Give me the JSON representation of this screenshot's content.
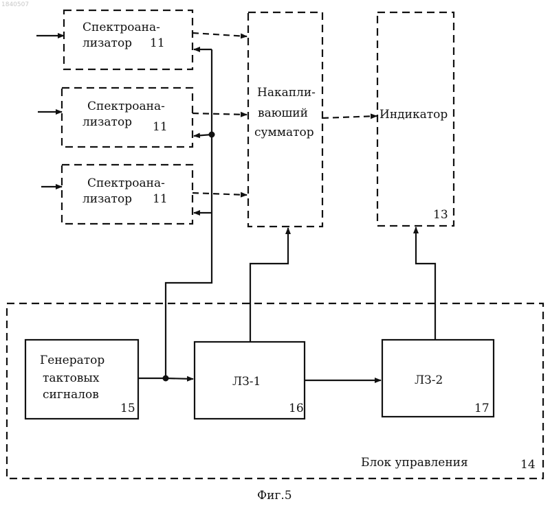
{
  "watermark": "1840507",
  "figure_caption": "Фиг.5",
  "spectrum_analyzers": [
    {
      "line1": "Спектроана-",
      "line2": "лизатор",
      "number": "11"
    },
    {
      "line1": "Спектроана-",
      "line2": "лизатор",
      "number": "11"
    },
    {
      "line1": "Спектроана-",
      "line2": "лизатор",
      "number": "11"
    }
  ],
  "accumulator": {
    "line1": "Накапли-",
    "line2": "ваюший",
    "line3": "сумматор"
  },
  "indicator": {
    "label": "Индикатор",
    "number": "13"
  },
  "control_unit": {
    "label": "Блок управления",
    "number": "14"
  },
  "generator": {
    "line1": "Генератор",
    "line2": "тактовых",
    "line3": "сигналов",
    "number": "15"
  },
  "delay_line_1": {
    "label": "ЛЗ-1",
    "number": "16"
  },
  "delay_line_2": {
    "label": "ЛЗ-2",
    "number": "17"
  }
}
